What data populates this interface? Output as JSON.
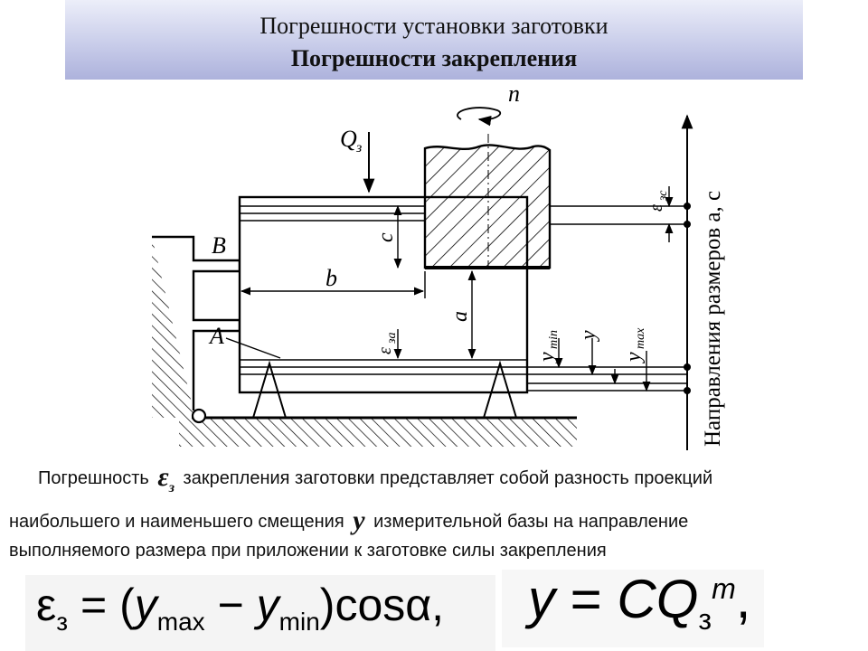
{
  "header": {
    "title": "Погрешности установки заготовки",
    "subtitle": "Погрешности закрепления"
  },
  "diagram": {
    "labels": {
      "n": "n",
      "q": "Q",
      "q_sub": "з",
      "b_upper": "B",
      "a_upper": "A",
      "c": "c",
      "b": "b",
      "a": "a",
      "eps_top": "ε",
      "eps_top_sub": "зс",
      "eps_bottom": "ε",
      "eps_bottom_sub": "за",
      "y": "y",
      "ymin": "y",
      "ymin_sub": "min",
      "ymax": "y",
      "ymax_sub": "max",
      "axis": "Направления размеров a, c"
    }
  },
  "text": {
    "line1_before": "Погрешность",
    "line1_symbol": "ε",
    "line1_symbol_sub": "з",
    "line1_after": "закрепления заготовки представляет собой разность проекций",
    "line2_before": "наибольшего и наименьшего смещения",
    "line2_symbol": "y",
    "line2_after": "измерительной базы на направление",
    "line3": "выполняемого размера при приложении к заготовке силы закрепления"
  },
  "formulas": {
    "f1_eps": "ε",
    "f1_eps_sub": "з",
    "f1_eq": " = (",
    "f1_y1": "y",
    "f1_y1_sub": "max",
    "f1_minus": " − ",
    "f1_y2": "y",
    "f1_y2_sub": "min",
    "f1_close": ")",
    "f1_cos": "cos",
    "f1_alpha": "α",
    "f1_comma": ",",
    "f2_y": "y",
    "f2_eq": " = ",
    "f2_c": "CQ",
    "f2_sub": "з",
    "f2_sup": "m",
    "f2_comma": ","
  }
}
